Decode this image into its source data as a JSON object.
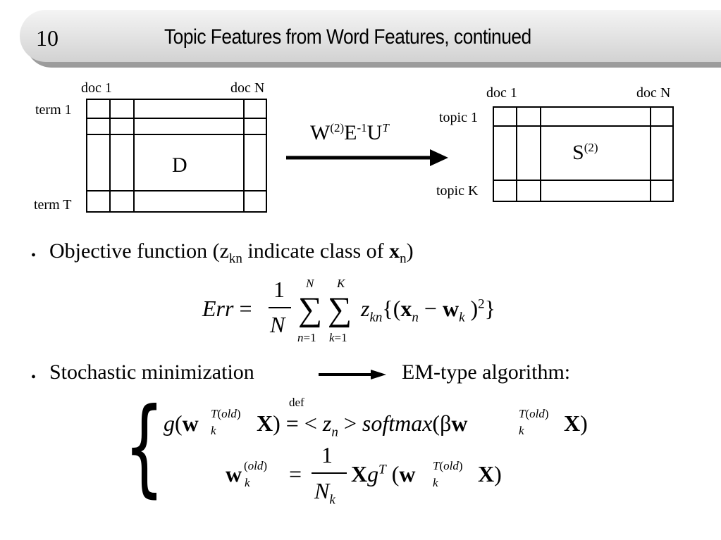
{
  "slide": {
    "number": "10",
    "title": "Topic Features from Word Features, continued"
  },
  "matrix_d": {
    "col_first": "doc 1",
    "col_last": "doc N",
    "row_first": "term 1",
    "row_last": "term T",
    "name": "D"
  },
  "transform_label": {
    "W": "W",
    "W_sup": "(2)",
    "E": "E",
    "E_sup": "-1",
    "U": "U",
    "U_sup": "T"
  },
  "matrix_s": {
    "col_first": "doc 1",
    "col_last": "doc N",
    "row_first": "topic 1",
    "row_last": "topic K",
    "name": "S",
    "name_sup": "(2)"
  },
  "bullets": [
    {
      "pre": "Objective function (z",
      "sub": "kn",
      "mid": " indicate class of ",
      "bold": "x",
      "sub2": "n",
      "post": ")"
    },
    {
      "left": "Stochastic minimization",
      "right": "EM-type algorithm:"
    }
  ],
  "equations": {
    "err_lhs": "Err",
    "def_label": "def",
    "softmax": "softmax",
    "beta": "β",
    "old": "(old)"
  }
}
